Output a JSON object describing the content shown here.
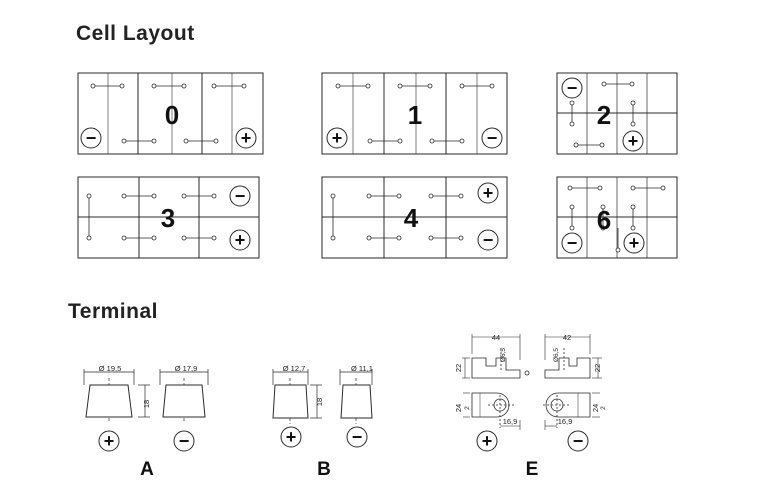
{
  "headings": {
    "cell_layout": "Cell Layout",
    "terminal": "Terminal"
  },
  "cell_layouts": [
    {
      "id": "0",
      "label": "0"
    },
    {
      "id": "1",
      "label": "1"
    },
    {
      "id": "2",
      "label": "2"
    },
    {
      "id": "3",
      "label": "3"
    },
    {
      "id": "4",
      "label": "4"
    },
    {
      "id": "6",
      "label": "6"
    }
  ],
  "polarity": {
    "plus": "+",
    "minus": "−"
  },
  "terminals": {
    "A": {
      "label": "A",
      "plus_diameter": "Ø 19,5",
      "minus_diameter": "Ø 17,9",
      "height": "18"
    },
    "B": {
      "label": "B",
      "plus_diameter": "Ø 12,7",
      "minus_diameter": "Ø 11,1",
      "height": "18"
    },
    "E": {
      "label": "E",
      "width_left": "44",
      "width_right": "42",
      "hole": "Ø6,5",
      "height_side": "22",
      "plate_height": "24",
      "plate_thickness": "2",
      "offset": "16,9"
    }
  },
  "colors": {
    "line": "#2a2a2a",
    "fill": "#ffffff"
  }
}
